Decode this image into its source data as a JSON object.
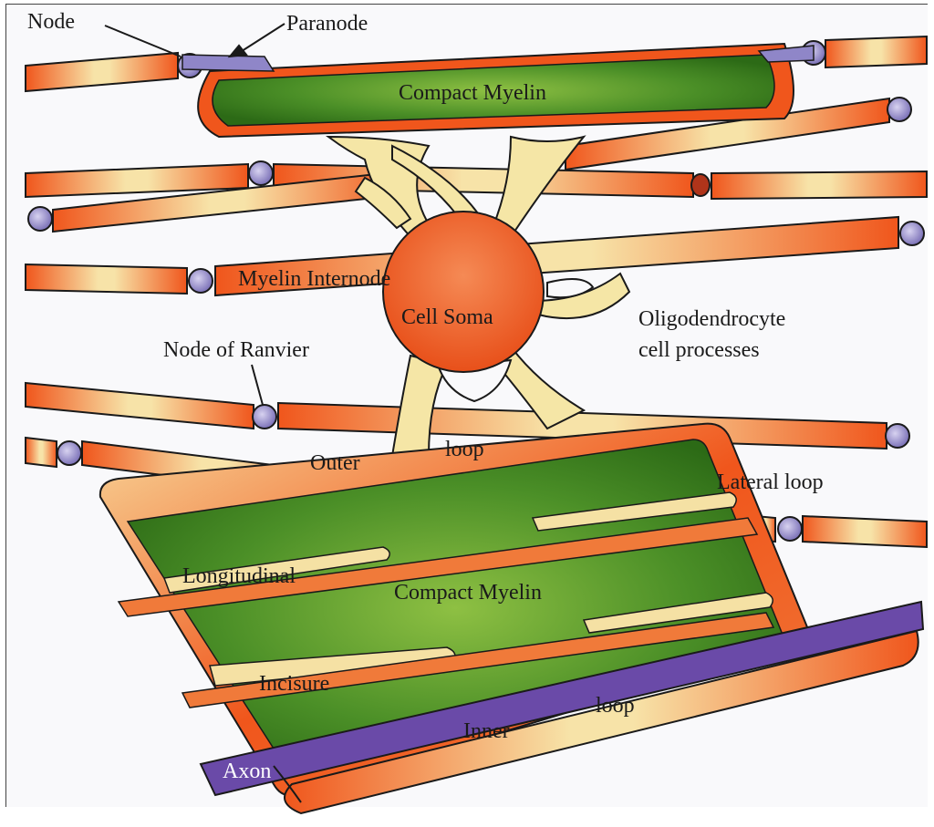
{
  "colors": {
    "axon_orange": "#f0561c",
    "axon_light": "#f7e3a8",
    "myelin_green": "#2f7a1a",
    "myelin_green_light": "#8ec043",
    "node_purple": "#8f86c8",
    "axon_purple": "#6a4aa8",
    "process_cream": "#f5e6a6",
    "soma_orange": "#f2591c",
    "outline": "#1a1a1a"
  },
  "labels": {
    "node": "Node",
    "paranode": "Paranode",
    "compact_myelin_top": "Compact Myelin",
    "myelin_internode": "Myelin Internode",
    "cell_soma": "Cell Soma",
    "oligodendrocyte_line1": "Oligodendrocyte",
    "oligodendrocyte_line2": "cell processes",
    "node_of_ranvier": "Node of Ranvier",
    "outer": "Outer",
    "loop_outer": "loop",
    "lateral_loop": "Lateral loop",
    "longitudinal": "Longitudinal",
    "compact_myelin_main": "Compact Myelin",
    "incisure": "Incisure",
    "loop_inner": "loop",
    "inner": "Inner",
    "axon": "Axon"
  }
}
